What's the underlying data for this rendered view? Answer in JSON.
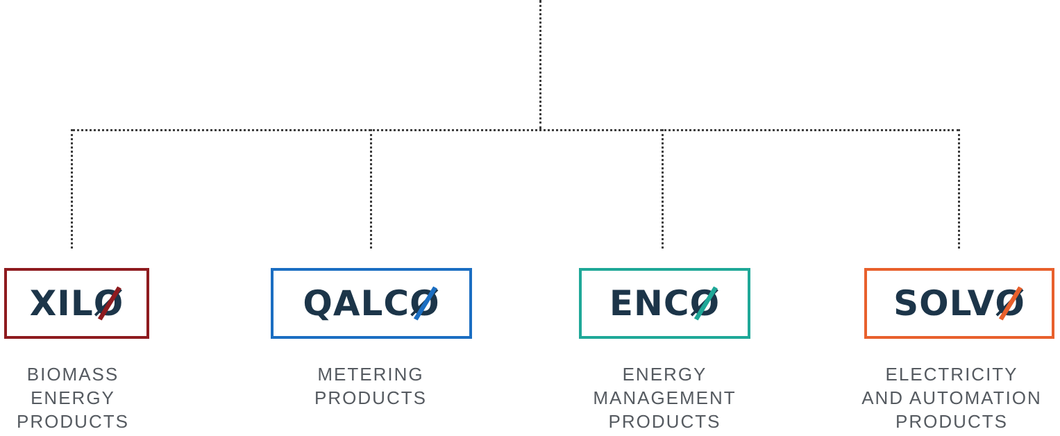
{
  "brands": [
    {
      "id": "xilo",
      "prefix": "XIL",
      "suffix": "Ø",
      "accent": "#8e1b1f",
      "description": "BIOMASS\nENERGY\nPRODUCTS"
    },
    {
      "id": "qalco",
      "prefix": "QALC",
      "suffix": "Ø",
      "accent": "#1b6ec2",
      "description": "METERING\nPRODUCTS"
    },
    {
      "id": "enco",
      "prefix": "ENC",
      "suffix": "Ø",
      "accent": "#1fa898",
      "description": "ENERGY\nMANAGEMENT\nPRODUCTS"
    },
    {
      "id": "solvo",
      "prefix": "SOLV",
      "suffix": "Ø",
      "accent": "#e8602c",
      "description": "ELECTRICITY\nAND AUTOMATION\nPRODUCTS"
    }
  ],
  "colors": {
    "text_dark": "#1c3549",
    "connector": "#3d3d3d",
    "description_text": "#555a60"
  }
}
